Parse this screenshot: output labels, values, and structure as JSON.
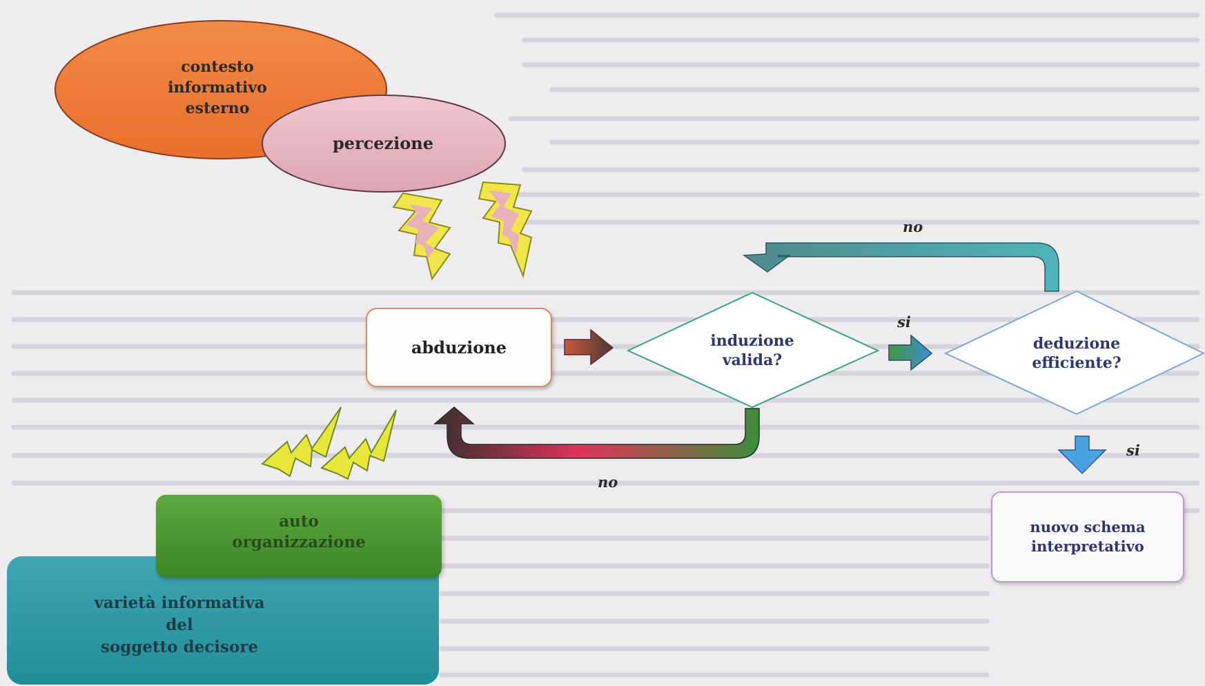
{
  "nodes": {
    "contesto": "contesto\ninformativo\nesterno",
    "percezione": "percezione",
    "abduzione": "abduzione",
    "induzione": "induzione\nvalida?",
    "deduzione": "deduzione\nefficiente?",
    "nuovo_schema": "nuovo schema\ninterpretativo",
    "auto_organizzazione": "auto\norganizzazione",
    "varieta": "varietà informativa\ndel\nsoggetto decisore"
  },
  "edge_labels": {
    "no_top": "no",
    "si_right": "si",
    "si_down": "si",
    "no_bottom": "no"
  },
  "colors": {
    "contesto_fill": "#ef7d3a",
    "percezione_fill": "#e8b8c2",
    "lightning_fill": "#f0e64a",
    "auto_fill": "#4a9a32",
    "varieta_fill": "#2f9aa6",
    "arrow_teal": "#3fa0a8",
    "arrow_blue": "#4aa3e0"
  }
}
